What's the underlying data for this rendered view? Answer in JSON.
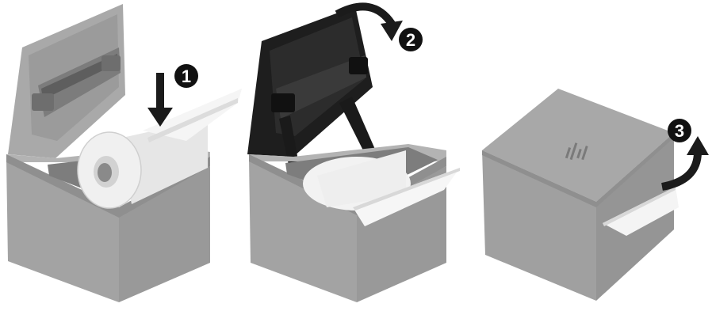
{
  "steps": [
    {
      "number": "1",
      "action": "insert-paper-roll"
    },
    {
      "number": "2",
      "action": "close-cover"
    },
    {
      "number": "3",
      "action": "tear-off-paper"
    }
  ],
  "colors": {
    "body": "#a5a5a5",
    "body_dark": "#8e8e8e",
    "body_light": "#bdbdbd",
    "cover_open_inside": "#9a9a9a",
    "cover_black": "#1e1e1e",
    "paper": "#f4f4f4",
    "paper_shadow": "#d8d8d8",
    "arrow": "#1b1b1b",
    "badge": "#111111",
    "logo": "#7a7a7a"
  },
  "icons": {
    "arrow_down": "arrow-down-icon",
    "arrow_curved_close": "curved-arrow-close-icon",
    "arrow_curved_tear": "curved-arrow-tear-icon",
    "logo": "brand-logo-icon"
  }
}
